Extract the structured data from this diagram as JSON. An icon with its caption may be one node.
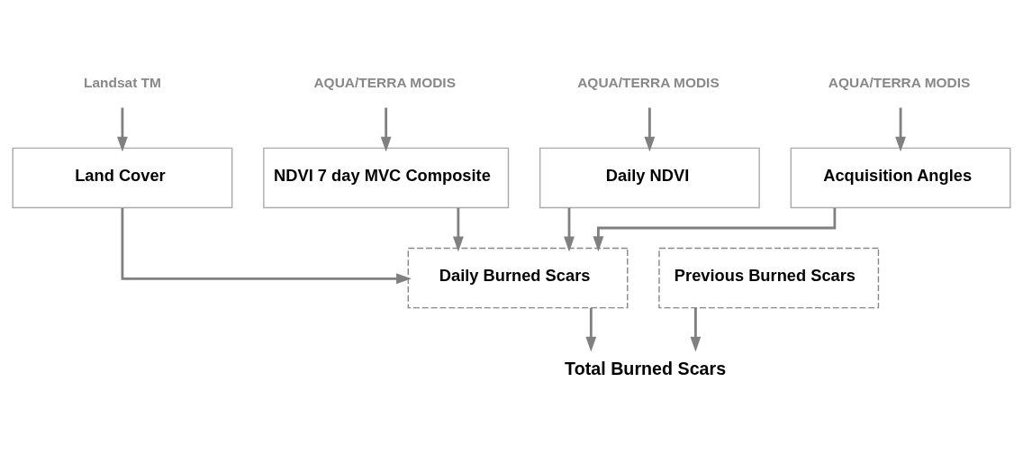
{
  "diagram": {
    "nodes": [
      {
        "text": [
          "Landsat TM"
        ]
      },
      {
        "text": [
          "AQUA/TERRA MODIS"
        ]
      },
      {
        "text": [
          "AQUA/TERRA MODIS"
        ]
      },
      {
        "text": [
          "AQUA/TERRA MODIS"
        ]
      },
      {
        "text": [
          "Land Cover"
        ]
      },
      {
        "text": [
          "NDVI 7 day MVC Composite"
        ]
      },
      {
        "text": [
          "Daily NDVI"
        ]
      },
      {
        "text": [
          "Acquisition Angles"
        ]
      },
      {
        "text": [
          "Daily Burned Scars"
        ]
      },
      {
        "text": [
          "Previous Burned Scars"
        ]
      },
      {
        "text": [
          "Total Burned Scars"
        ]
      }
    ],
    "edges": [
      {
        "from": 0,
        "to": 4,
        "arrow": "to"
      },
      {
        "from": 1,
        "to": 5,
        "arrow": "to"
      },
      {
        "from": 2,
        "to": 6,
        "arrow": "to"
      },
      {
        "from": 3,
        "to": 7,
        "arrow": "to"
      },
      {
        "from": 4,
        "to": 8,
        "arrow": "to"
      },
      {
        "from": 5,
        "to": 8,
        "arrow": "to"
      },
      {
        "from": 6,
        "to": 8,
        "arrow": "to"
      },
      {
        "from": 7,
        "to": 8,
        "arrow": "to"
      },
      {
        "from": 8,
        "to": 10,
        "arrow": "to"
      },
      {
        "from": 9,
        "to": 10,
        "arrow": "to"
      }
    ]
  }
}
